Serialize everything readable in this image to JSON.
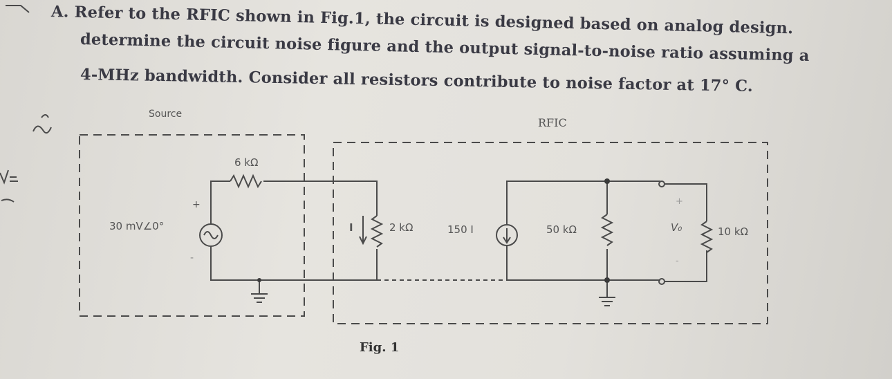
{
  "question": {
    "line1": "A. Refer to the RFIC shown in Fig.1, the circuit is designed based on analog design.",
    "line2": "determine the circuit noise figure and the output signal-to-noise ratio assuming a",
    "line3": "4-MHz bandwidth. Consider all resistors contribute to noise factor at 17° C."
  },
  "figure": {
    "source_label": "Source",
    "rfic_label": "RFIC",
    "source_voltage": "30 mV∠0°",
    "source_resistor": "6 kΩ",
    "current_label": "I",
    "input_resistor": "2 kΩ",
    "dependent_source": "150 I",
    "resistor_50k": "50 kΩ",
    "output_voltage": "V₀",
    "load_resistor": "10 kΩ",
    "plus_sign": "+",
    "minus_sign": "-",
    "caption": "Fig. 1"
  }
}
